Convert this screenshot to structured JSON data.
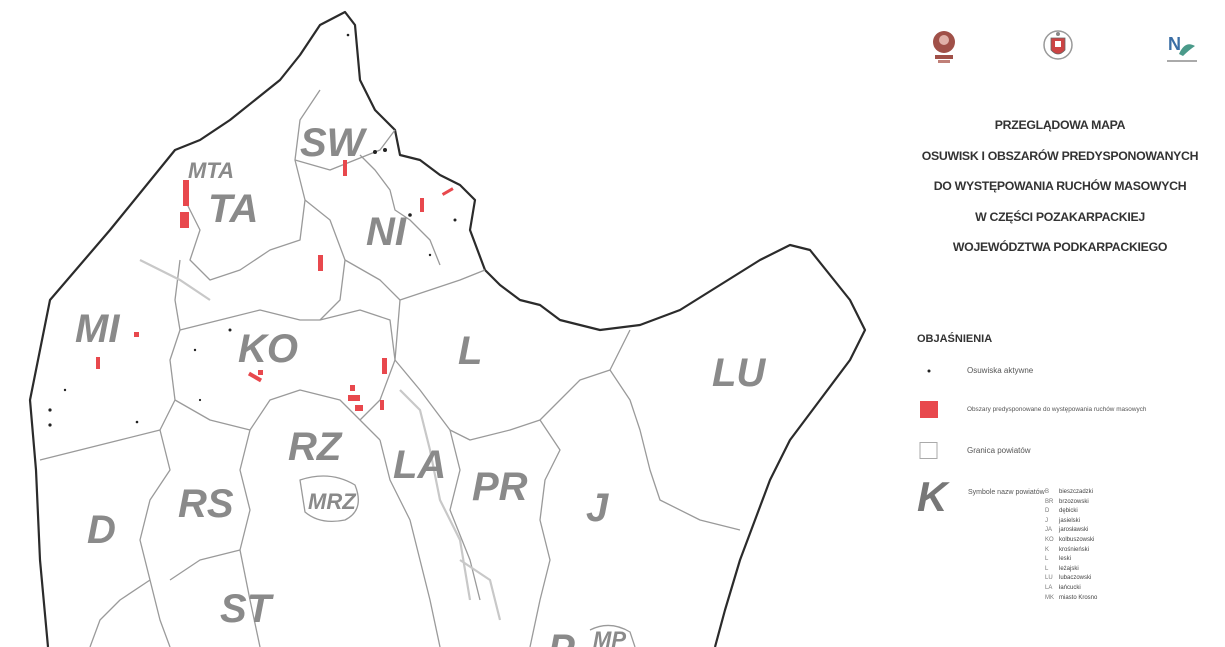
{
  "map": {
    "regions": [
      {
        "code": "SW"
      },
      {
        "code": "MTA"
      },
      {
        "code": "TA"
      },
      {
        "code": "NI"
      },
      {
        "code": "MI"
      },
      {
        "code": "KO"
      },
      {
        "code": "L"
      },
      {
        "code": "LU"
      },
      {
        "code": "RZ"
      },
      {
        "code": "LA"
      },
      {
        "code": "PR"
      },
      {
        "code": "RS"
      },
      {
        "code": "MRZ"
      },
      {
        "code": "D"
      },
      {
        "code": "J"
      },
      {
        "code": "ST"
      },
      {
        "code": "MP"
      },
      {
        "code": "P"
      }
    ],
    "colors": {
      "outer_border": "#2b2b2b",
      "inner_border": "#9a9a9a",
      "region_fill": "#ffffff",
      "landslide_area": "#e8484d",
      "active_landslide": "#222222",
      "label": "#8a8a8a"
    }
  },
  "panel": {
    "logos": [
      {
        "icon": "institute-logo-icon",
        "caption": ""
      },
      {
        "icon": "coat-of-arms-icon",
        "caption": ""
      },
      {
        "icon": "agency-logo-icon",
        "caption": ""
      }
    ],
    "title_lines": [
      "PRZEGLĄDOWA MAPA",
      "OSUWISK I OBSZARÓW PREDYSPONOWANYCH",
      "DO WYSTĘPOWANIA RUCHÓW MASOWYCH",
      "W CZĘŚCI POZAKARPACKIEJ",
      "WOJEWÓDZTWA PODKARPACKIEGO"
    ],
    "legend": {
      "header": "OBJAŚNIENIA",
      "items": [
        {
          "icon": "dot-icon",
          "label": "Osuwiska aktywne"
        },
        {
          "icon": "red-square-icon",
          "label": "Obszary predysponowane do występowania ruchów masowych"
        },
        {
          "icon": "boundary-square-icon",
          "label": "Granica powiatów"
        }
      ],
      "symbol": "K",
      "symbol_label": "Symbole nazw powiatów",
      "abbreviations": [
        {
          "code": "B",
          "name": "bieszczadzki"
        },
        {
          "code": "BR",
          "name": "brzozowski"
        },
        {
          "code": "D",
          "name": "dębicki"
        },
        {
          "code": "J",
          "name": "jasielski"
        },
        {
          "code": "JA",
          "name": "jarosławski"
        },
        {
          "code": "KO",
          "name": "kolbuszowski"
        },
        {
          "code": "K",
          "name": "krośnieński"
        },
        {
          "code": "L",
          "name": "leski"
        },
        {
          "code": "L",
          "name": "leżajski"
        },
        {
          "code": "LU",
          "name": "lubaczowski"
        },
        {
          "code": "LA",
          "name": "łańcucki"
        },
        {
          "code": "MK",
          "name": "miasto Krosno"
        }
      ]
    }
  }
}
